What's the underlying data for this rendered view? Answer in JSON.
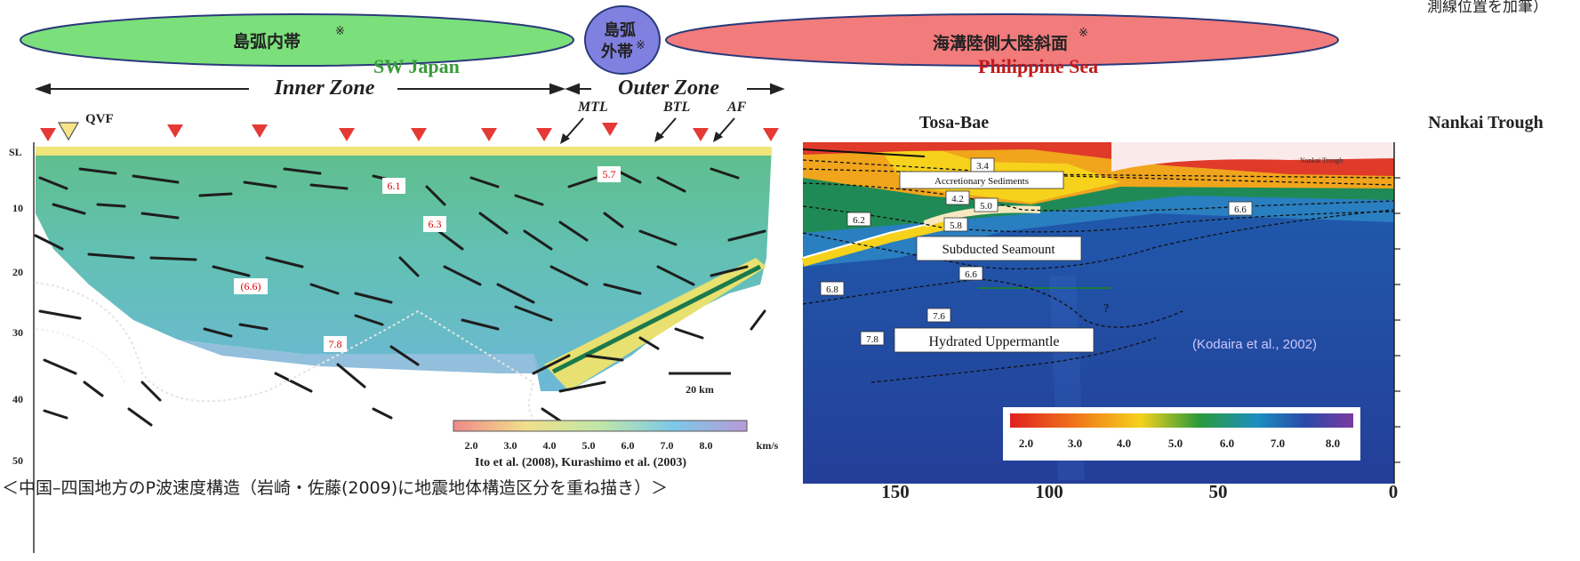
{
  "top_note": "測線位置を加筆）",
  "zones": {
    "inner_arc": "島弧内帯",
    "outer_arc_line1": "島弧",
    "outer_arc_line2": "外帯",
    "trench_slope": "海溝陸側大陸斜面",
    "note_mark": "※"
  },
  "left_section": {
    "region_left": "SW Japan",
    "region_right": "Philippine Sea",
    "inner_zone": "Inner Zone",
    "outer_zone": "Outer Zone",
    "qvf": "QVF",
    "mtl": "MTL",
    "btl": "BTL",
    "af": "AF",
    "y_ticks": [
      "SL",
      "10",
      "20",
      "30",
      "40",
      "50"
    ],
    "velocity_labels": [
      "6.1",
      "5.7",
      "6.3",
      "(6.6)",
      "7.8"
    ],
    "scale_bar": "20 km",
    "colorbar_ticks": [
      "2.0",
      "3.0",
      "4.0",
      "5.0",
      "6.0",
      "7.0",
      "8.0"
    ],
    "colorbar_unit": "km/s",
    "citation": "Ito et al. (2008), Kurashimo et al. (2003)"
  },
  "right_section": {
    "title_left": "Tosa-Bae",
    "title_right": "Nankai Trough",
    "trough_small": "Nankai Trough",
    "labels": {
      "v34": "3.4",
      "accretionary": "Accretionary Sediments",
      "v42": "4.2",
      "v50": "5.0",
      "v62": "6.2",
      "v58": "5.8",
      "v66a": "6.6",
      "seamount": "Subducted Seamount",
      "v66b": "6.6",
      "v68": "6.8",
      "v76": "7.6",
      "v78": "7.8",
      "uppermantle": "Hydrated Uppermantle",
      "question": "?"
    },
    "citation": "(Kodaira et al., 2002)",
    "colorbar_ticks": [
      "2.0",
      "3.0",
      "4.0",
      "5.0",
      "6.0",
      "7.0",
      "8.0"
    ],
    "x_ticks": [
      "150",
      "100",
      "50",
      "0"
    ]
  },
  "caption": "＜中国–四国地方のP波速度構造（岩崎・佐藤(2009)に地震地体構造区分を重ね描き）＞",
  "colors": {
    "inner_arc": "#7be07b",
    "outer_arc": "#8080e0",
    "trench_slope": "#f27b7b",
    "velocity_label": "#e00000",
    "volcano": "#e53935"
  }
}
